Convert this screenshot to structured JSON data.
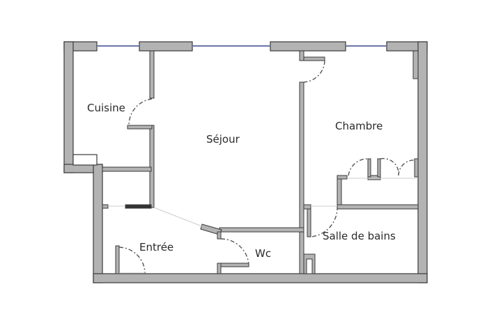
{
  "floorplan": {
    "wall_color": "#b3b3b3",
    "wall_outline": "#3a3a3a",
    "window_color": "#6b75a8",
    "door_arc_color": "#555555",
    "rooms": [
      {
        "id": "cuisine",
        "label": "Cuisine"
      },
      {
        "id": "sejour",
        "label": "Séjour"
      },
      {
        "id": "chambre",
        "label": "Chambre"
      },
      {
        "id": "salle_de_bains",
        "label": "Salle de bains"
      },
      {
        "id": "entree",
        "label": "Entrée"
      },
      {
        "id": "wc",
        "label": "Wc"
      }
    ]
  }
}
